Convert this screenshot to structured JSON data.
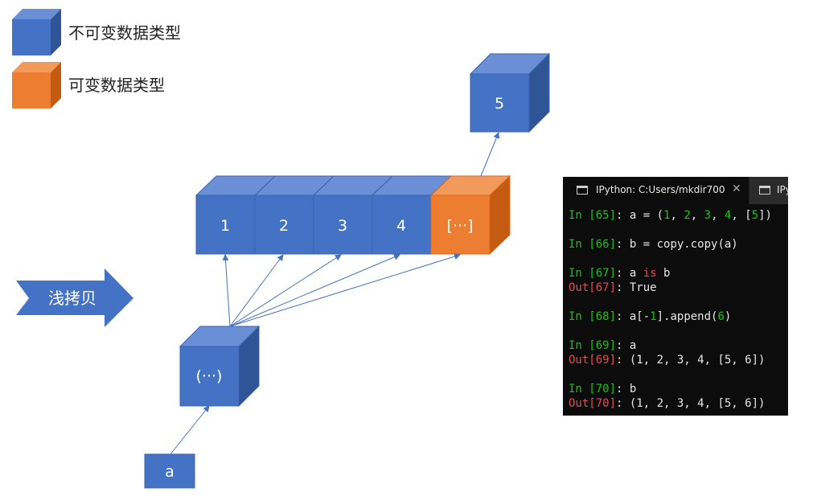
{
  "legend": {
    "immutable_label": "不可变数据类型",
    "mutable_label": "可变数据类型"
  },
  "colors": {
    "immutable": "#4472c4",
    "mutable": "#ed7d31",
    "arrow": "#4472c4"
  },
  "diagram": {
    "element_labels": [
      "1",
      "2",
      "3",
      "4",
      "[···]"
    ],
    "inner_list_label": "5",
    "tuple_label": "(···)",
    "variable_label": "a",
    "copy_arrow_label": "浅拷贝"
  },
  "terminal": {
    "tab_title": "IPython: C:Users/mkdir700",
    "tab_second_title": "IPy",
    "close_icon": "close-icon"
  }
}
